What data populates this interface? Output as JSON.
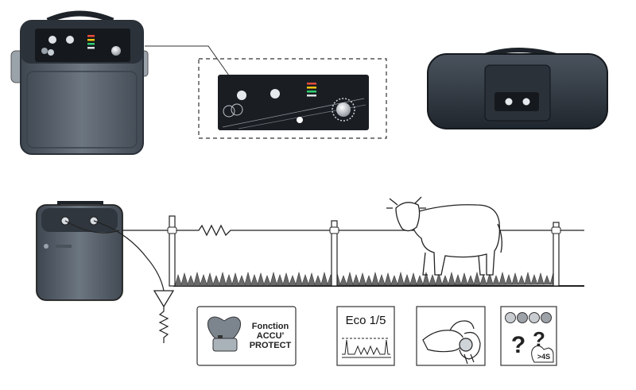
{
  "icons": {
    "accu_protect": {
      "line1": "Fonction",
      "line2": "ACCU'",
      "line3": "PROTECT",
      "icon": "heart-battery-icon"
    },
    "eco": {
      "label": "Eco 1/5",
      "icon": "pulse-wave-icon"
    },
    "hand": {
      "icon": "hand-knob-icon"
    },
    "help": {
      "symbol": "?",
      "badge": ">4S",
      "icon": "help-press-icon"
    }
  },
  "colors": {
    "housing": "#56606b",
    "panel": "#1b1f24",
    "dark_shell": "#2f3740",
    "line": "#222222"
  }
}
